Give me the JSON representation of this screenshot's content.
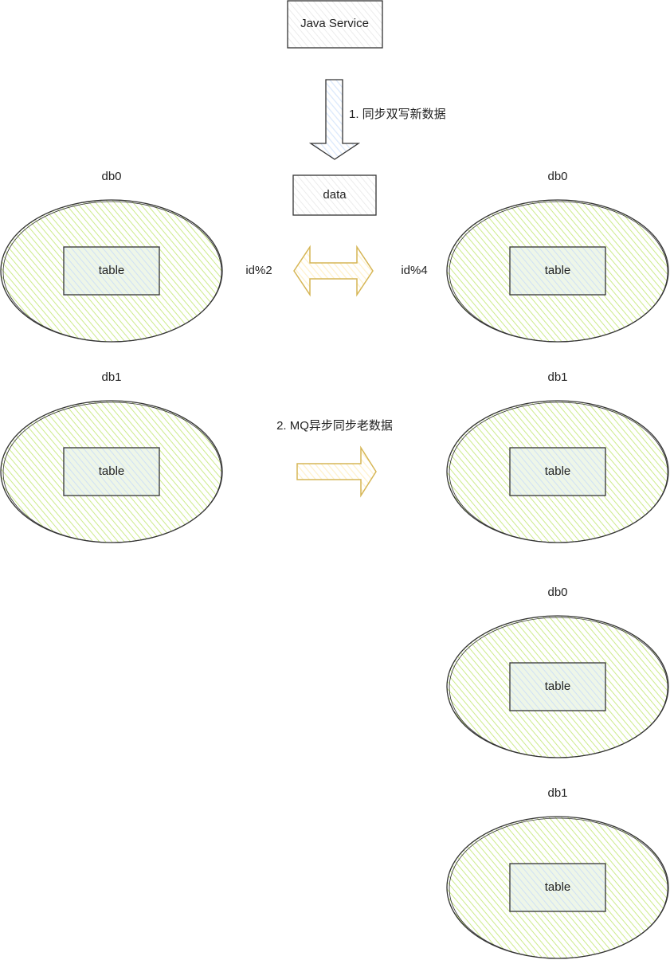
{
  "service": {
    "label": "Java Service"
  },
  "step1": {
    "label": "1. 同步双写新数据"
  },
  "data_box": {
    "label": "data"
  },
  "left_mod": {
    "label": "id%2"
  },
  "right_mod": {
    "label": "id%4"
  },
  "step2": {
    "label": "2. MQ异步同步老数据"
  },
  "left": {
    "db0": {
      "name": "db0",
      "table": "table"
    },
    "db1": {
      "name": "db1",
      "table": "table"
    }
  },
  "right": {
    "db0": {
      "name": "db0",
      "table": "table"
    },
    "db1": {
      "name": "db1",
      "table": "table"
    },
    "db2": {
      "name": "db0",
      "table": "table"
    },
    "db3": {
      "name": "db1",
      "table": "table"
    }
  },
  "colors": {
    "db_fill": "#cdeb8b",
    "table_fill": "#dae8fc",
    "arrow_yellow": "#d6b656",
    "arrow_yellow_fill": "#fff2cc",
    "arrow_blue_fill": "#dae8fc"
  }
}
